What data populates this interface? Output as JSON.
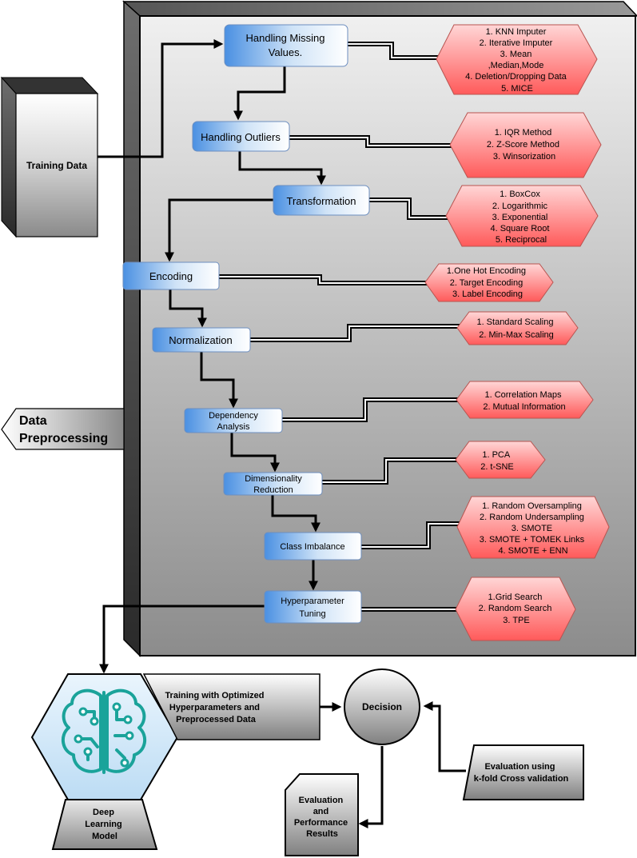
{
  "training_data": "Training Data",
  "data_preprocessing": [
    "Data",
    "Preprocessing"
  ],
  "steps": [
    {
      "label": [
        "Handling Missing",
        "Values."
      ],
      "methods": [
        "1. KNN Imputer",
        "2. Iterative Imputer",
        "3. Mean",
        ",Median,Mode",
        "4. Deletion/Dropping Data",
        "5. MICE"
      ]
    },
    {
      "label": [
        "Handling Outliers"
      ],
      "methods": [
        "1. IQR Method",
        "2. Z-Score  Method",
        "3. Winsorization"
      ]
    },
    {
      "label": [
        "Transformation"
      ],
      "methods": [
        "1. BoxCox",
        "2. Logarithmic",
        "3. Exponential",
        "4. Square Root",
        "5. Reciprocal"
      ]
    },
    {
      "label": [
        "Encoding"
      ],
      "methods": [
        "1.One Hot Encoding",
        "2. Target Encoding",
        "3. Label Encoding"
      ]
    },
    {
      "label": [
        "Normalization"
      ],
      "methods": [
        "1. Standard Scaling",
        "2. Min-Max Scaling"
      ]
    },
    {
      "label": [
        "Dependency",
        "Analysis"
      ],
      "methods": [
        "1. Correlation Maps",
        "2. Mutual Information"
      ]
    },
    {
      "label": [
        "Dimensionality",
        "Reduction"
      ],
      "methods": [
        "1. PCA",
        "2. t-SNE"
      ]
    },
    {
      "label": [
        "Class Imbalance"
      ],
      "methods": [
        "1. Random Oversampling",
        "2. Random Undersampling",
        "3. SMOTE",
        "3. SMOTE + TOMEK Links",
        "4. SMOTE + ENN"
      ]
    },
    {
      "label": [
        "Hyperparameter",
        "Tuning"
      ],
      "methods": [
        "1.Grid Search",
        "2. Random Search",
        "3. TPE"
      ]
    }
  ],
  "deep_learning_model": [
    "Deep",
    "Learning",
    "Model"
  ],
  "training_box": [
    "Training with Optimized",
    "Hyperparameters and",
    "Preprocessed Data"
  ],
  "decision": "Decision",
  "evaluation_cv": [
    "Evaluation using",
    "k-fold Cross validation"
  ],
  "results": [
    "Evaluation",
    "and",
    "Performance",
    "Results"
  ],
  "colors": {
    "method_fill_top": "#ffd6d6",
    "method_fill_bottom": "#ff5a5a",
    "method_stroke": "#b85450",
    "step_fill_left": "#4a90e2",
    "step_fill_right": "#ffffff",
    "step_stroke": "#6c8ebf",
    "brain_icon": "#1aa39a",
    "hex_fill": "#d7ecfb"
  },
  "icons": [
    "brain-circuit-icon"
  ]
}
